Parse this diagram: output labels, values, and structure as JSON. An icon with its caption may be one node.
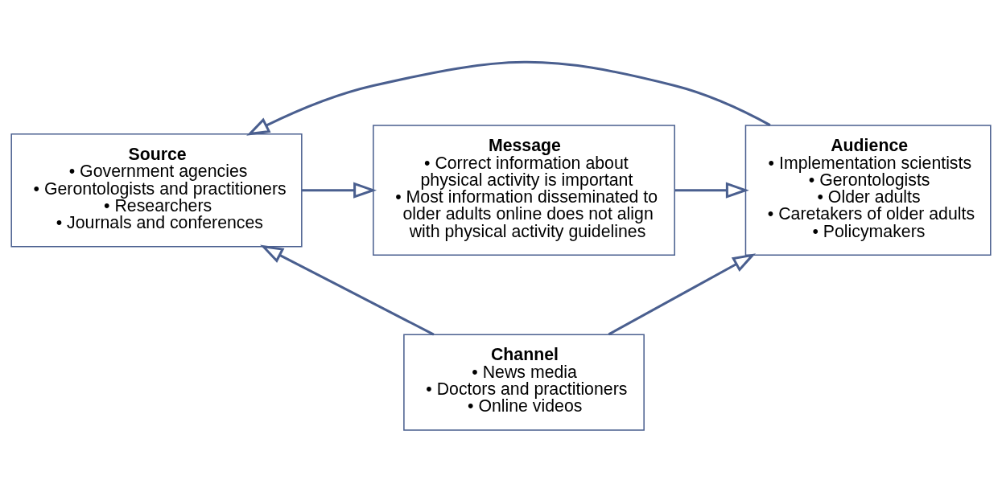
{
  "diagram": {
    "nodes": [
      {
        "text": [
          "Source",
          "• Government agencies",
          "• Gerontologists and practitioners",
          "• Researchers",
          "• Journals and conferences"
        ]
      },
      {
        "text": [
          "Message",
          "• Correct information about physical activity is important",
          "• Most information disseminated to older adults online does not align with physical activity guidelines"
        ]
      },
      {
        "text": [
          "Audience",
          "• Implementation scientists",
          "• Gerontologists",
          "• Older adults",
          "• Caretakers of older adults",
          "• Policymakers"
        ]
      },
      {
        "text": [
          "Channel",
          "• News media",
          "• Doctors and practitioners",
          "• Online videos"
        ]
      }
    ],
    "edges": [
      {
        "from": 0,
        "to": 1,
        "arrow": "to"
      },
      {
        "from": 1,
        "to": 2,
        "arrow": "to"
      },
      {
        "from": 3,
        "to": 0,
        "arrow": "to"
      },
      {
        "from": 3,
        "to": 2,
        "arrow": "to"
      },
      {
        "from": 2,
        "to": 0,
        "arrow": "to"
      }
    ]
  }
}
